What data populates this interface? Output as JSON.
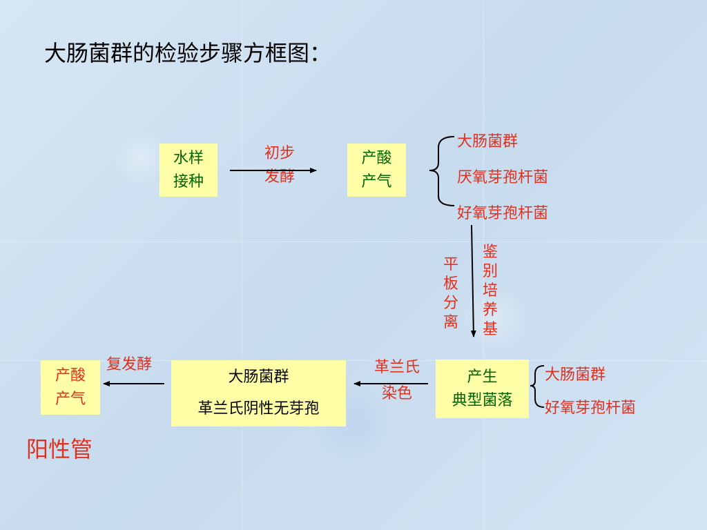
{
  "title": "大肠菌群的检验步骤方框图：",
  "boxes": {
    "water_sample": [
      "水样",
      "接种"
    ],
    "acid_gas_1": [
      "产酸",
      "产气"
    ],
    "typical_colony": [
      "产生",
      "典型菌落"
    ],
    "coliform_box": [
      "大肠菌群",
      "革兰氏阴性无芽孢"
    ],
    "acid_gas_2": [
      "产酸",
      "产气"
    ]
  },
  "labels": {
    "initial_fermentation": [
      "初步",
      "发酵"
    ],
    "plate_separation": [
      "平",
      "板",
      "分",
      "离"
    ],
    "differential_medium": [
      "鉴",
      "别",
      "培",
      "养",
      "基"
    ],
    "gram_stain": [
      "革兰氏",
      "染色"
    ],
    "re_fermentation": "复发酵",
    "positive_tube": "阳性管"
  },
  "brace_upper": [
    "大肠菌群",
    "厌氧芽孢杆菌",
    "好氧芽孢杆菌"
  ],
  "brace_lower": [
    "大肠菌群",
    "好氧芽孢杆菌"
  ],
  "colors": {
    "box_fill": "#ffffa8",
    "green_text": "#006600",
    "red_text": "#e0301e",
    "background": "#cfe1f1"
  }
}
